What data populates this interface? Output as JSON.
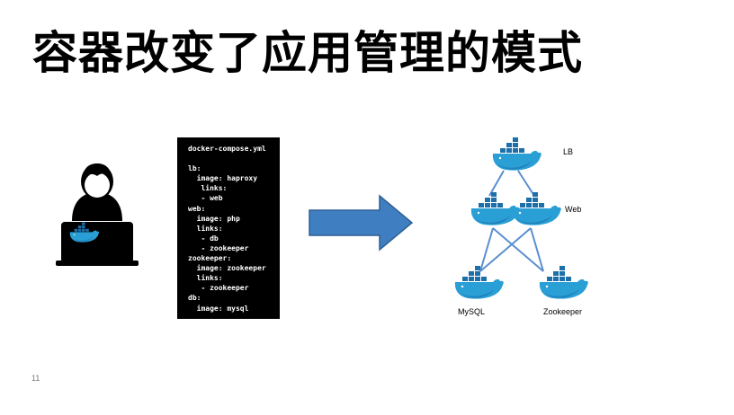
{
  "slide": {
    "title": "容器改变了应用管理的模式",
    "page_number": "11"
  },
  "compose_file": {
    "lines": [
      "docker-compose.yml",
      "",
      "lb:",
      "  image: haproxy",
      "   links:",
      "   - web",
      "web:",
      "  image: php",
      "  links:",
      "   - db",
      "   - zookeeper",
      "zookeeper:",
      "  image: zookeeper",
      "  links:",
      "   - zookeeper",
      "db:",
      "  image: mysql"
    ]
  },
  "topology": {
    "lb_label": "LB",
    "web_label": "Web",
    "mysql_label": "MySQL",
    "zookeeper_label": "Zookeeper"
  },
  "colors": {
    "arrow_fill": "#3f7fc1",
    "arrow_stroke": "#2e5f93",
    "link_line": "#5b8fd0",
    "whale_blue": "#2a9fd6",
    "container_blue": "#1c6fa8"
  },
  "icons": [
    "developer-icon",
    "laptop-icon",
    "docker-whale-icon",
    "right-arrow-icon"
  ]
}
